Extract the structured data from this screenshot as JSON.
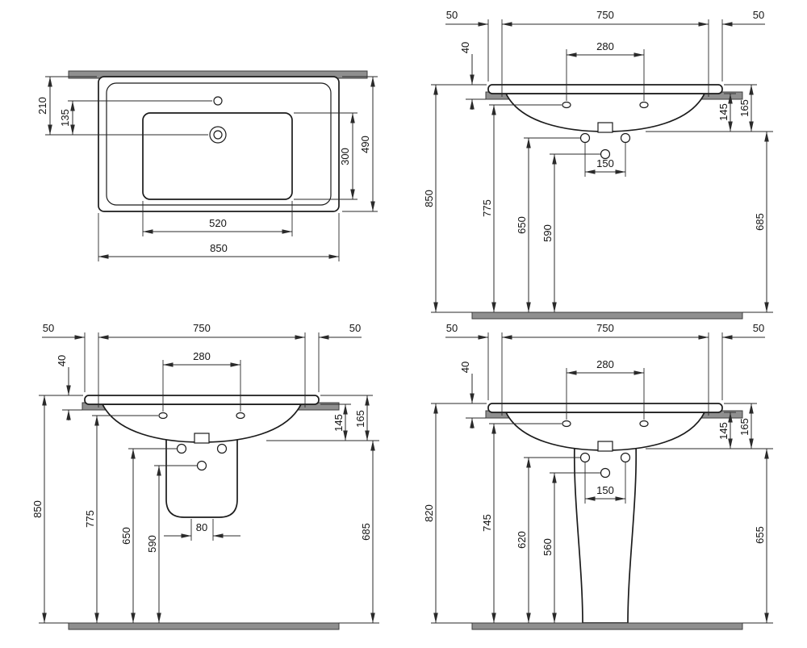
{
  "colors": {
    "line": "#1b1b1b",
    "dimension_line": "#2a2a2a",
    "surface_bar": "#8f8f8f",
    "background": "#ffffff"
  },
  "views": {
    "top": {
      "dims": {
        "overall_width": "850",
        "basin_width": "520",
        "overall_depth": "490",
        "basin_depth": "300",
        "back_to_drain": "210",
        "tap_to_drain": "135"
      }
    },
    "wall_mounted": {
      "dims": {
        "edge_left": "50",
        "fixing_span": "750",
        "edge_right": "50",
        "ledge_drop": "40",
        "tap_spacing": "280",
        "apron_height": "145",
        "front_height": "165",
        "hole_spacing": "150",
        "h_rim": "850",
        "h_taps": "775",
        "h_fixings": "650",
        "h_trap": "590",
        "h_underside": "685"
      }
    },
    "half_pedestal": {
      "dims": {
        "edge_left": "50",
        "fixing_span": "750",
        "edge_right": "50",
        "ledge_drop": "40",
        "tap_spacing": "280",
        "apron_height": "145",
        "front_height": "165",
        "outlet_width": "80",
        "h_rim": "850",
        "h_taps": "775",
        "h_fixings": "650",
        "h_trap": "590",
        "h_underside": "685"
      }
    },
    "pedestal": {
      "dims": {
        "edge_left": "50",
        "fixing_span": "750",
        "edge_right": "50",
        "ledge_drop": "40",
        "tap_spacing": "280",
        "apron_height": "145",
        "front_height": "165",
        "hole_spacing": "150",
        "h_rim": "820",
        "h_taps": "745",
        "h_fixings": "620",
        "h_trap": "560",
        "h_underside": "655"
      }
    }
  }
}
